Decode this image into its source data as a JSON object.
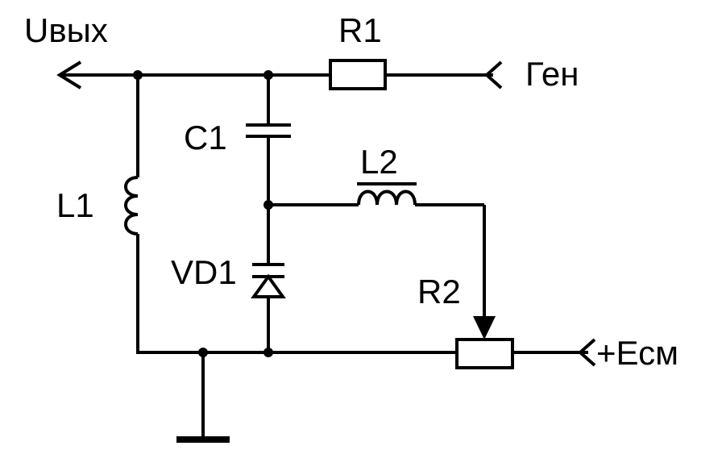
{
  "labels": {
    "output": "Uвых",
    "generator": "Ген",
    "bias": "+Есм",
    "r1": "R1",
    "r2": "R2",
    "c1": "C1",
    "l1": "L1",
    "l2": "L2",
    "vd1": "VD1"
  },
  "colors": {
    "line": "#000000",
    "background": "#ffffff"
  }
}
